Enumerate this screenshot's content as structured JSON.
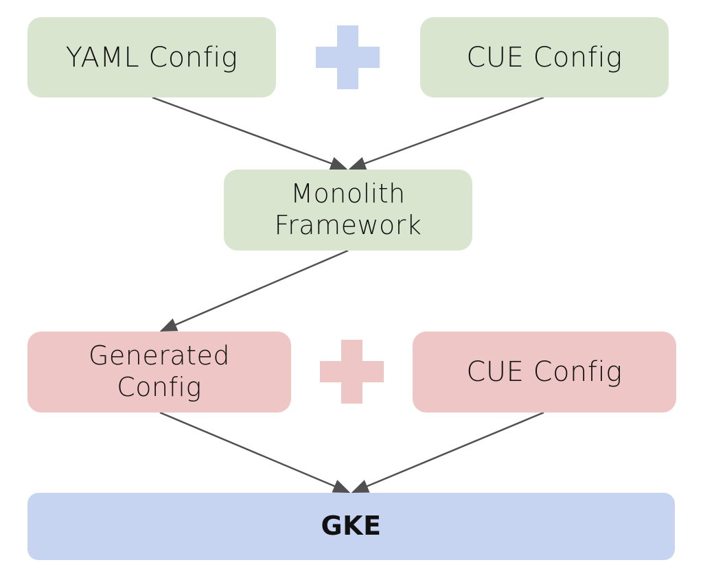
{
  "diagram": {
    "nodes": {
      "yaml_config": {
        "label": "YAML Config",
        "color": "#d9e5cf"
      },
      "cue_config_top": {
        "label": "CUE Config",
        "color": "#d9e5cf"
      },
      "monolith": {
        "label_line1": "Monolith",
        "label_line2": "Framework",
        "color": "#d9e5cf"
      },
      "generated_config": {
        "label_line1": "Generated",
        "label_line2": "Config",
        "color": "#edc6c5"
      },
      "cue_config_bottom": {
        "label": "CUE Config",
        "color": "#edc6c5"
      },
      "gke": {
        "label": "GKE",
        "color": "#c6d4f2"
      }
    },
    "operators": {
      "top_plus": {
        "symbol": "plus",
        "color": "#c6d4f2"
      },
      "bottom_plus": {
        "symbol": "plus",
        "color": "#edc6c5"
      }
    },
    "edges": [
      {
        "from": "yaml_config",
        "to": "monolith"
      },
      {
        "from": "cue_config_top",
        "to": "monolith"
      },
      {
        "from": "monolith",
        "to": "generated_config"
      },
      {
        "from": "generated_config",
        "to": "gke"
      },
      {
        "from": "cue_config_bottom",
        "to": "gke"
      }
    ],
    "edge_color": "#505050"
  }
}
